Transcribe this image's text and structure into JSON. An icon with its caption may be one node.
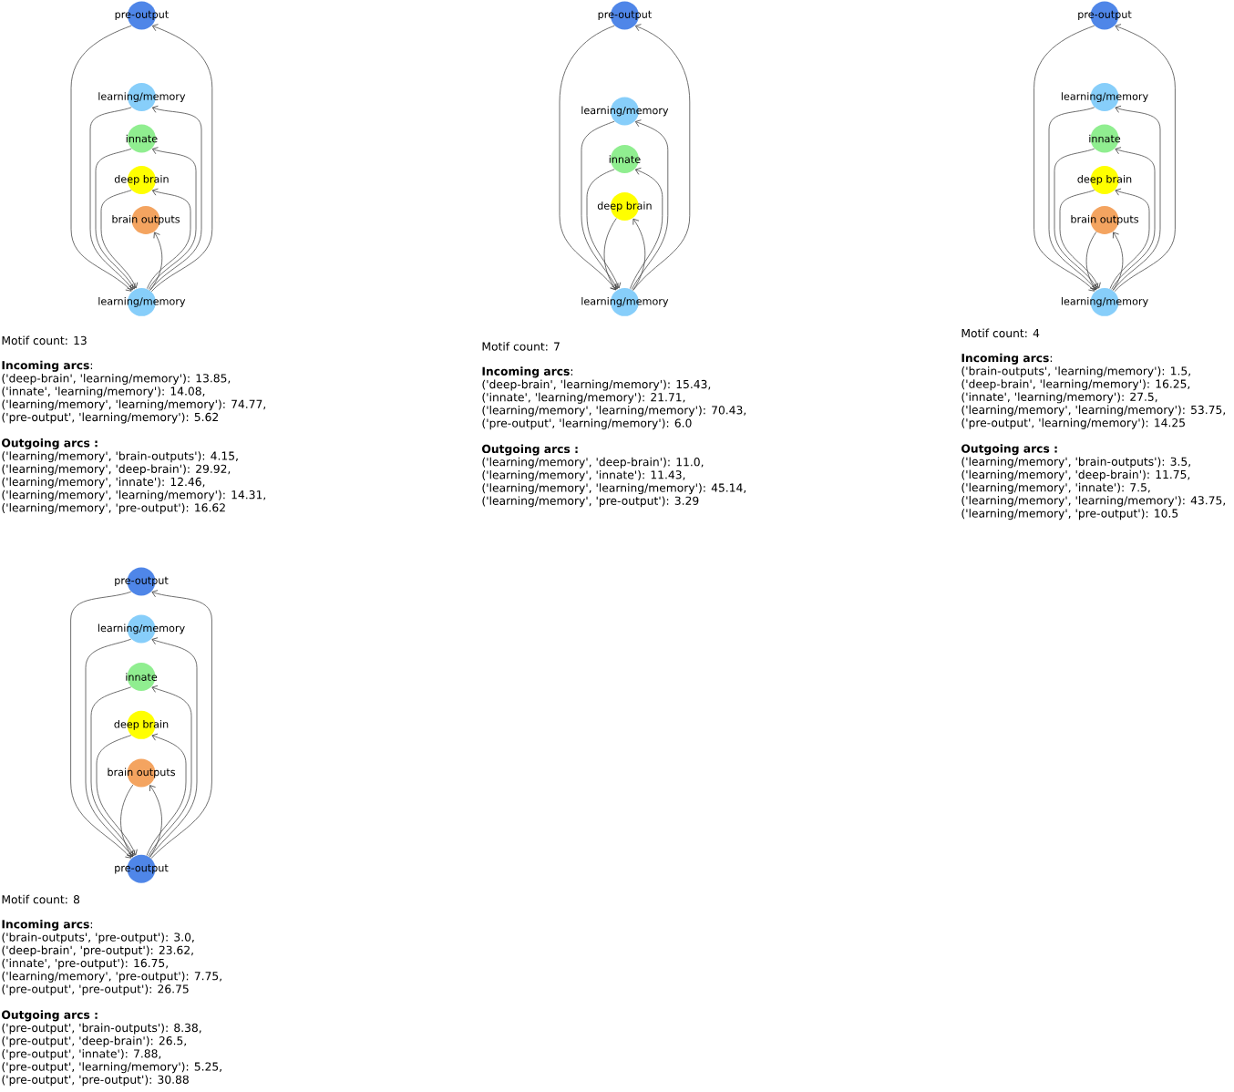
{
  "diagram": {
    "nodes": [
      {
        "text": [
          "pre-output"
        ]
      },
      {
        "text": [
          "learning/memory"
        ]
      },
      {
        "text": [
          "innate"
        ]
      },
      {
        "text": [
          "deep brain"
        ]
      },
      {
        "text": [
          "brain outputs"
        ]
      },
      {
        "text": [
          "learning/memory"
        ]
      },
      {
        "text": [
          "pre-output"
        ]
      },
      {
        "text": [
          "learning/memory"
        ]
      },
      {
        "text": [
          "innate"
        ]
      },
      {
        "text": [
          "deep brain"
        ]
      },
      {
        "text": [
          "learning/memory"
        ]
      },
      {
        "text": [
          "pre-output"
        ]
      },
      {
        "text": [
          "learning/memory"
        ]
      },
      {
        "text": [
          "innate"
        ]
      },
      {
        "text": [
          "deep brain"
        ]
      },
      {
        "text": [
          "brain outputs"
        ]
      },
      {
        "text": [
          "learning/memory"
        ]
      },
      {
        "text": [
          "pre-output"
        ]
      },
      {
        "text": [
          "learning/memory"
        ]
      },
      {
        "text": [
          "innate"
        ]
      },
      {
        "text": [
          "deep brain"
        ]
      },
      {
        "text": [
          "brain outputs"
        ]
      },
      {
        "text": [
          "pre-output"
        ]
      }
    ],
    "edges": [
      {
        "from": 3,
        "to": 5,
        "arrow": "to"
      },
      {
        "from": 2,
        "to": 5,
        "arrow": "to"
      },
      {
        "from": 1,
        "to": 5,
        "arrow": "to"
      },
      {
        "from": 0,
        "to": 5,
        "arrow": "to"
      },
      {
        "from": 5,
        "to": 4,
        "arrow": "to"
      },
      {
        "from": 5,
        "to": 3,
        "arrow": "to"
      },
      {
        "from": 5,
        "to": 2,
        "arrow": "to"
      },
      {
        "from": 5,
        "to": 1,
        "arrow": "to"
      },
      {
        "from": 5,
        "to": 0,
        "arrow": "to"
      },
      {
        "from": 9,
        "to": 10,
        "arrow": "to"
      },
      {
        "from": 8,
        "to": 10,
        "arrow": "to"
      },
      {
        "from": 7,
        "to": 10,
        "arrow": "to"
      },
      {
        "from": 6,
        "to": 10,
        "arrow": "to"
      },
      {
        "from": 10,
        "to": 9,
        "arrow": "to"
      },
      {
        "from": 10,
        "to": 8,
        "arrow": "to"
      },
      {
        "from": 10,
        "to": 7,
        "arrow": "to"
      },
      {
        "from": 10,
        "to": 6,
        "arrow": "to"
      },
      {
        "from": 15,
        "to": 16,
        "arrow": "to"
      },
      {
        "from": 14,
        "to": 16,
        "arrow": "to"
      },
      {
        "from": 13,
        "to": 16,
        "arrow": "to"
      },
      {
        "from": 12,
        "to": 16,
        "arrow": "to"
      },
      {
        "from": 11,
        "to": 16,
        "arrow": "to"
      },
      {
        "from": 16,
        "to": 15,
        "arrow": "to"
      },
      {
        "from": 16,
        "to": 14,
        "arrow": "to"
      },
      {
        "from": 16,
        "to": 13,
        "arrow": "to"
      },
      {
        "from": 16,
        "to": 12,
        "arrow": "to"
      },
      {
        "from": 16,
        "to": 11,
        "arrow": "to"
      },
      {
        "from": 21,
        "to": 22,
        "arrow": "to"
      },
      {
        "from": 20,
        "to": 22,
        "arrow": "to"
      },
      {
        "from": 19,
        "to": 22,
        "arrow": "to"
      },
      {
        "from": 18,
        "to": 22,
        "arrow": "to"
      },
      {
        "from": 17,
        "to": 22,
        "arrow": "to"
      },
      {
        "from": 22,
        "to": 21,
        "arrow": "to"
      },
      {
        "from": 22,
        "to": 20,
        "arrow": "to"
      },
      {
        "from": 22,
        "to": 19,
        "arrow": "to"
      },
      {
        "from": 22,
        "to": 18,
        "arrow": "to"
      },
      {
        "from": 22,
        "to": 17,
        "arrow": "to"
      }
    ],
    "labels": [
      "Motif count: 13",
      "**Incoming arcs**:",
      "('deep-brain', 'learning/memory'): 13.85,",
      "('innate', 'learning/memory'): 14.08,",
      "('learning/memory', 'learning/memory'): 74.77,",
      "('pre-output', 'learning/memory'): 5.62",
      "Outgoing arcs :",
      "('learning/memory', 'brain-outputs'): 4.15,",
      "('learning/memory', 'deep-brain'): 29.92,",
      "('learning/memory', 'innate'): 12.46,",
      "('learning/memory', 'learning/memory'): 14.31,",
      "('learning/memory', 'pre-output'): 16.62",
      "Motif count: 7",
      "**Incoming arcs**:",
      "('deep-brain', 'learning/memory'): 15.43,",
      "('innate', 'learning/memory'): 21.71,",
      "('learning/memory', 'learning/memory'): 70.43,",
      "('pre-output', 'learning/memory'): 6.0",
      "Outgoing arcs :",
      "('learning/memory', 'deep-brain'): 11.0,",
      "('learning/memory', 'innate'): 11.43,",
      "('learning/memory', 'learning/memory'): 45.14,",
      "('learning/memory', 'pre-output'): 3.29",
      "Motif count: 4",
      "**Incoming arcs**:",
      "('brain-outputs', 'learning/memory'): 1.5,",
      "('deep-brain', 'learning/memory'): 16.25,",
      "('innate', 'learning/memory'): 27.5,",
      "('learning/memory', 'learning/memory'): 53.75,",
      "('pre-output', 'learning/memory'): 14.25",
      "Outgoing arcs :",
      "('learning/memory', 'brain-outputs'): 3.5,",
      "('learning/memory', 'deep-brain'): 11.75,",
      "('learning/memory', 'innate'): 7.5,",
      "('learning/memory', 'learning/memory'): 43.75,",
      "('learning/memory', 'pre-output'): 10.5",
      "Motif count: 8",
      "**Incoming arcs**:",
      "('brain-outputs', 'pre-output'): 3.0,",
      "('deep-brain', 'pre-output'): 23.62,",
      "('innate', 'pre-output'): 16.75,",
      "('learning/memory', 'pre-output'): 7.75,",
      "('pre-output', 'pre-output'): 26.75",
      "Outgoing arcs :",
      "('pre-output', 'brain-outputs'): 8.38,",
      "('pre-output', 'deep-brain'): 26.5,",
      "('pre-output', 'innate'): 7.88,",
      "('pre-output', 'learning/memory'): 5.25,",
      "('pre-output', 'pre-output'): 30.88"
    ]
  }
}
